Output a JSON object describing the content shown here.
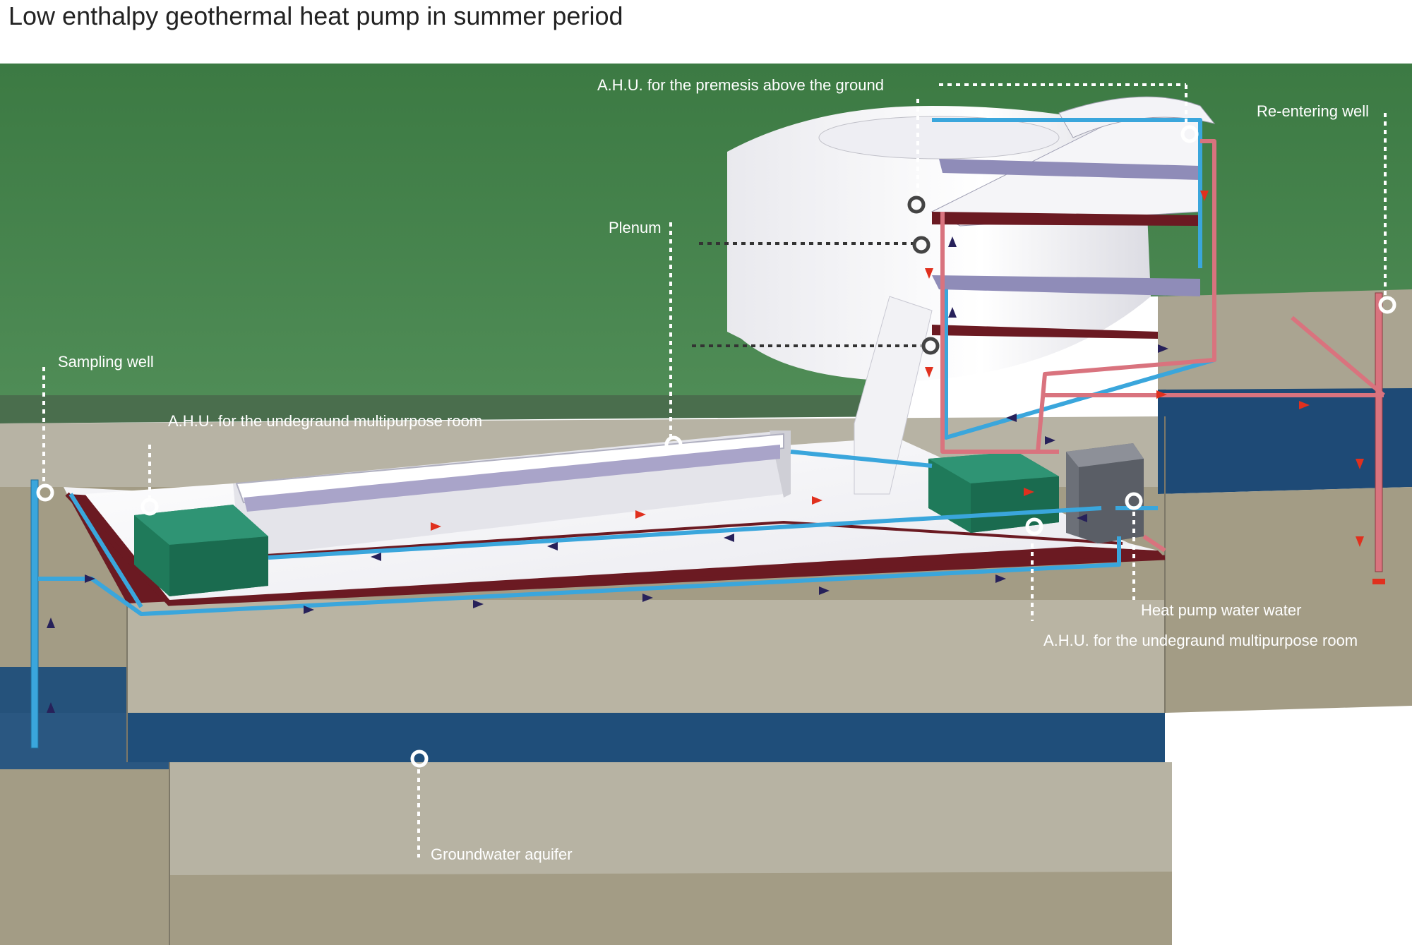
{
  "title": "Low enthalpy geothermal heat pump in summer period",
  "labels": {
    "ahu_above": "A.H.U. for the premesis above the  ground",
    "reentering_well": "Re-entering well",
    "plenum": "Plenum",
    "sampling_well": "Sampling well",
    "ahu_underground_left": "A.H.U. for the undegraund multipurpose room",
    "heat_pump": "Heat pump water water",
    "ahu_underground_right": "A.H.U. for the undegraund multipurpose room",
    "aquifer": "Groundwater aquifer"
  },
  "colors": {
    "ground_surface": "#3f7a45",
    "soil": "#a39c85",
    "aquifer": "#1f4e7a",
    "cold_pipe": "#3aa6dc",
    "warm_pipe": "#d9737e",
    "cold_arrow": "#27215a",
    "warm_arrow": "#e0301e",
    "ahu_box": "#1f7a5a",
    "heat_pump_box": "#6c7078",
    "building": "#f2f2f5",
    "roof_edge": "#6b1a22"
  }
}
